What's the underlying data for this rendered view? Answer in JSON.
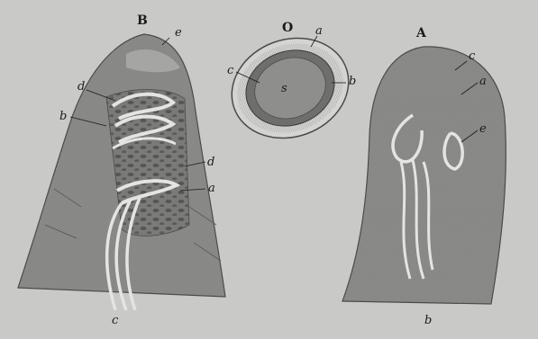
{
  "figure_labels": {
    "B": "B",
    "O": "O",
    "A": "A"
  },
  "part_labels": {
    "B_e": "e",
    "B_d_top": "d",
    "B_b": "b",
    "B_d_right": "d",
    "B_a": "a",
    "B_c": "c",
    "O_a": "a",
    "O_c": "c",
    "O_b": "b",
    "O_center": "s",
    "A_c": "c",
    "A_a": "a",
    "A_e": "e",
    "A_b": "b"
  },
  "colors": {
    "background": "#c9c9c7",
    "tissue_gray": "#8a8a88",
    "tissue_dark": "#6f6f6d",
    "vessel_light": "#e4e4e2",
    "ink": "#1a1a1a"
  }
}
